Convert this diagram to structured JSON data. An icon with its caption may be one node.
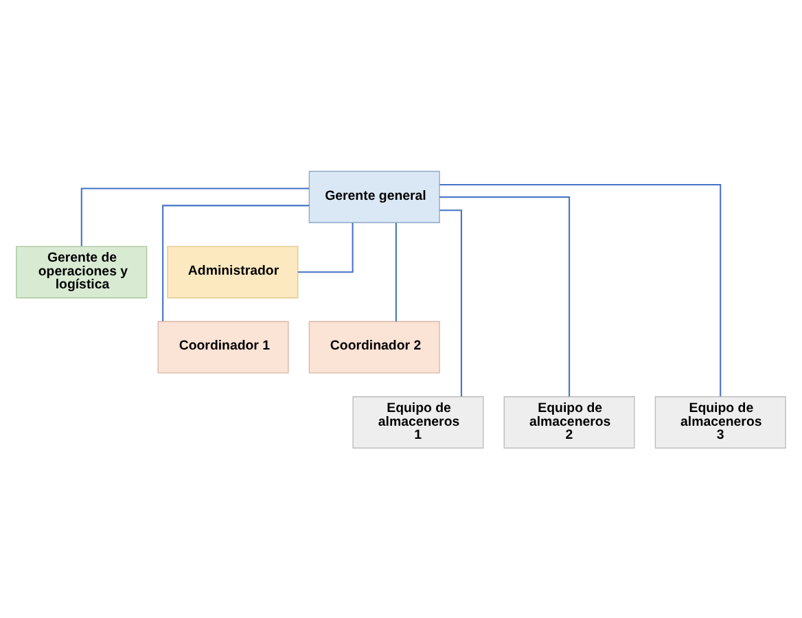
{
  "diagram": {
    "nodes": [
      {
        "text": [
          "Gerente general"
        ]
      },
      {
        "text": [
          "Gerente de operaciones y logística"
        ]
      },
      {
        "text": [
          "Administrador"
        ]
      },
      {
        "text": [
          "Coordinador 1"
        ]
      },
      {
        "text": [
          "Coordinador 2"
        ]
      },
      {
        "text": [
          "Equipo de almaceneros 1"
        ]
      },
      {
        "text": [
          "Equipo de almaceneros 2"
        ]
      },
      {
        "text": [
          "Equipo de almaceneros 3"
        ]
      }
    ],
    "edges": [
      {
        "from": 0,
        "to": 1,
        "arrow": "none"
      },
      {
        "from": 0,
        "to": 2,
        "arrow": "none"
      },
      {
        "from": 0,
        "to": 3,
        "arrow": "none"
      },
      {
        "from": 0,
        "to": 4,
        "arrow": "none"
      },
      {
        "from": 0,
        "to": 5,
        "arrow": "none"
      },
      {
        "from": 0,
        "to": 6,
        "arrow": "none"
      },
      {
        "from": 0,
        "to": 7,
        "arrow": "none"
      }
    ]
  }
}
